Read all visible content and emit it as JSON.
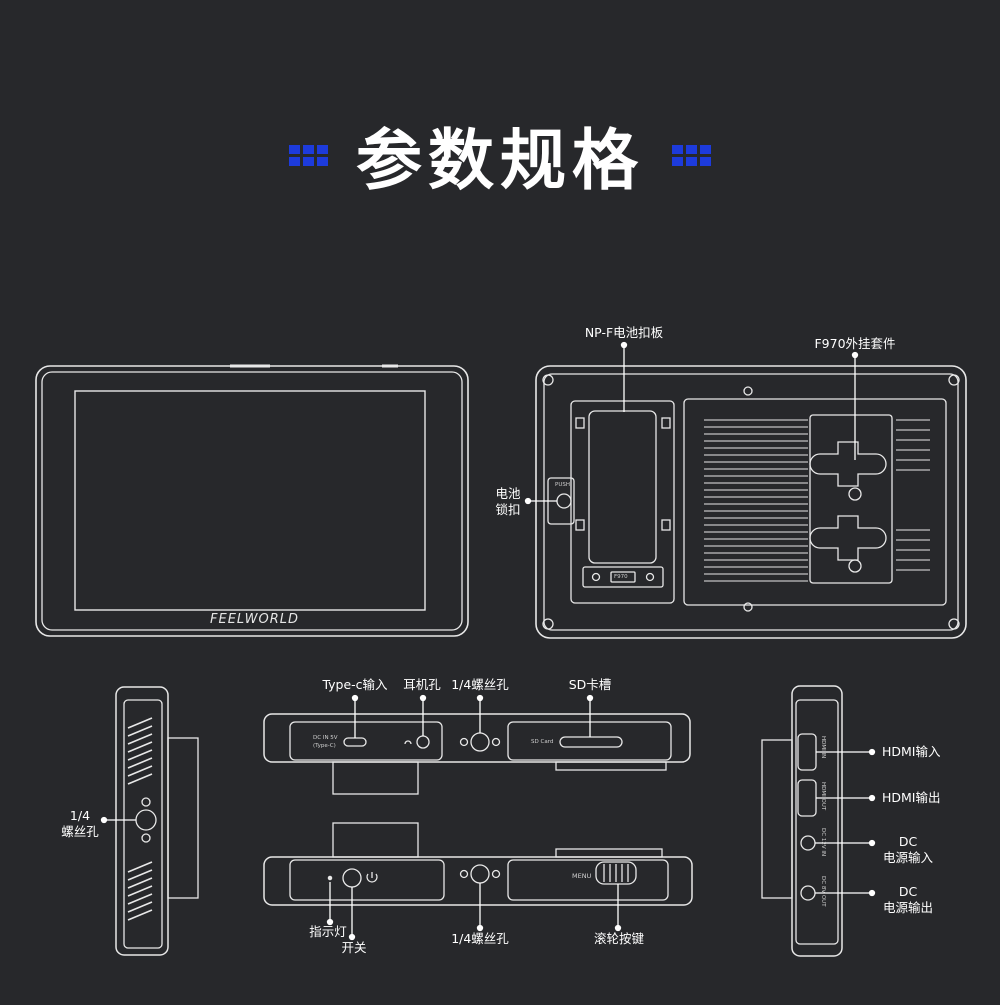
{
  "title": "参数规格",
  "accent_color": "#1d3bdc",
  "background_color": "#27282b",
  "front_view": {
    "brand": "FEELWORLD"
  },
  "back_view": {
    "labels": {
      "battery_plate": "NP-F电池扣板",
      "f970_kit": "F970外挂套件",
      "battery_lock": "电池\n锁扣"
    },
    "push_text": "PUSH",
    "f970_badge": "F970"
  },
  "top_view": {
    "labels": {
      "typec": "Type-c输入",
      "headphone": "耳机孔",
      "screw": "1/4螺丝孔",
      "sdcard": "SD卡槽"
    },
    "print": {
      "dcin": "DC IN 5V",
      "typec_paren": "(Type-C)",
      "sd": "SD Card"
    }
  },
  "bottom_view": {
    "labels": {
      "indicator": "指示灯",
      "power": "开关",
      "screw": "1/4螺丝孔",
      "wheel": "滚轮按键"
    },
    "print": {
      "menu": "MENU"
    }
  },
  "left_view": {
    "labels": {
      "screw": "1/4\n螺丝孔"
    }
  },
  "right_view": {
    "labels": {
      "hdmi_in": "HDMI输入",
      "hdmi_out": "HDMI输出",
      "dc_in": "DC\n电源输入",
      "dc_out": "DC\n电源输出"
    },
    "print": {
      "hdmi_in": "HDMI IN",
      "hdmi_out": "HDMI OUT",
      "dc_in": "DC 12V IN",
      "dc_out": "DC 8V OUT"
    }
  }
}
